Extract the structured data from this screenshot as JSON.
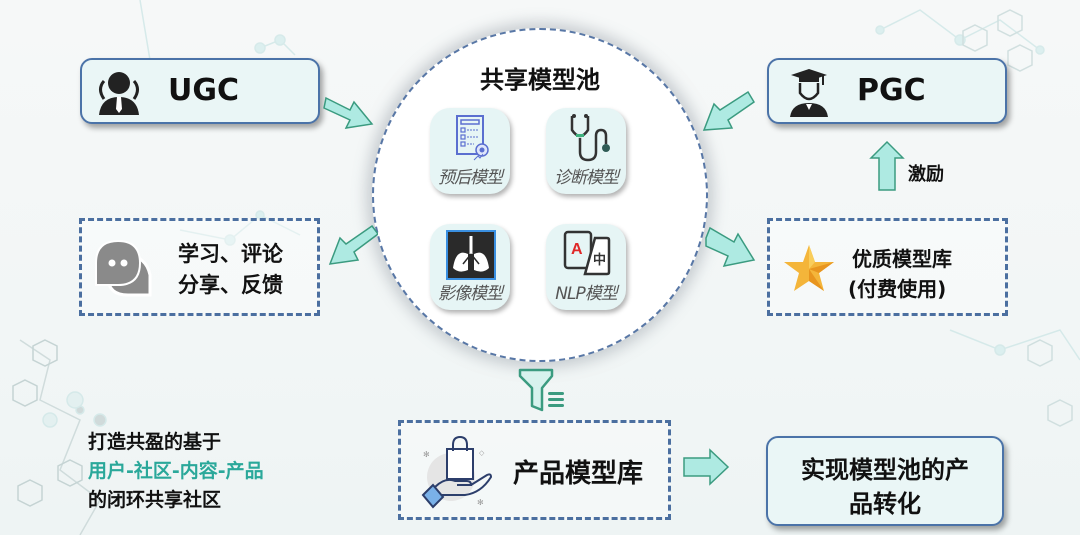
{
  "colors": {
    "accent_teal": "#2aa89a",
    "arrow_fill": "#aeeae2",
    "arrow_stroke": "#3b9b80",
    "box_border": "#4b73a8",
    "box_fill": "#eaf6f6"
  },
  "ugc": {
    "label": "UGC",
    "icon": "user-group-icon"
  },
  "pgc": {
    "label": "PGC",
    "icon": "graduate-icon"
  },
  "pool": {
    "title": "共享模型池",
    "models": [
      {
        "label": "预后模型",
        "icon": "certificate-document-icon"
      },
      {
        "label": "诊断模型",
        "icon": "stethoscope-icon"
      },
      {
        "label": "影像模型",
        "icon": "lung-xray-icon"
      },
      {
        "label": "NLP模型",
        "icon": "translate-icon"
      }
    ]
  },
  "feedback": {
    "line1": "学习、评论",
    "line2": "分享、反馈",
    "icon": "chat-bubbles-icon"
  },
  "premium": {
    "line1": "优质模型库",
    "line2": "(付费使用)",
    "icon": "star-icon"
  },
  "incentive": {
    "label": "激励"
  },
  "product_lib": {
    "label": "产品模型库",
    "icon": "hand-shopping-bag-icon"
  },
  "conversion": {
    "line1": "实现模型池的产",
    "line2": "品转化"
  },
  "summary": {
    "line1": "打造共盈的基于",
    "line2": "用户-社区-内容-产品",
    "line3": "的闭环共享社区"
  }
}
